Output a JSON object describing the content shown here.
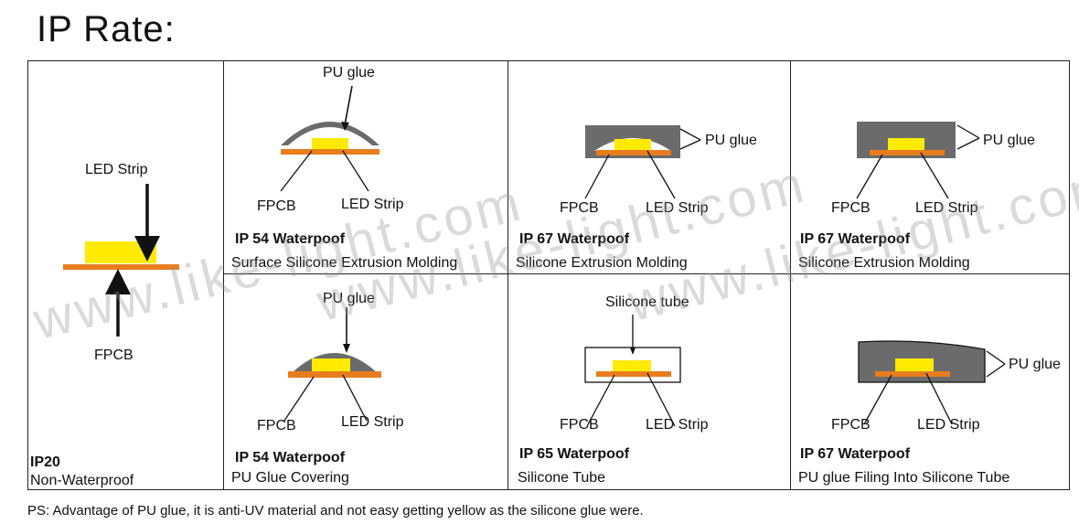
{
  "title": "IP Rate:",
  "footnote": "PS: Advantage of PU glue, it is anti-UV material and not easy getting yellow as the silicone glue were.",
  "watermark": "www.like-light.com",
  "colors": {
    "led": "#ffea00",
    "fpcb": "#e87d1e",
    "glue": "#6b6b6b",
    "border": "#222222"
  },
  "cells": {
    "ip20": {
      "rating": "IP20",
      "method": "Non-Waterproof",
      "led": "LED Strip",
      "fpcb": "FPCB"
    },
    "ip54a": {
      "rating": "IP 54 Waterpoof",
      "method": "Surface Silicone Extrusion Molding",
      "glue": "PU glue",
      "led": "LED Strip",
      "fpcb": "FPCB"
    },
    "ip67a": {
      "rating": "IP 67 Waterpoof",
      "method": "Silicone Extrusion Molding",
      "glue": "PU glue",
      "led": "LED Strip",
      "fpcb": "FPCB"
    },
    "ip67b": {
      "rating": "IP 67 Waterpoof",
      "method": "Silicone Extrusion Molding",
      "glue": "PU glue",
      "led": "LED Strip",
      "fpcb": "FPCB"
    },
    "ip54b": {
      "rating": "IP 54 Waterpoof",
      "method": "PU Glue Covering",
      "glue": "PU glue",
      "led": "LED Strip",
      "fpcb": "FPCB"
    },
    "ip65": {
      "rating": "IP 65 Waterpoof",
      "method": "Silicone Tube",
      "glue": "Silicone tube",
      "led": "LED Strip",
      "fpcb": "FPCB"
    },
    "ip67c": {
      "rating": "IP 67 Waterpoof",
      "method": "PU glue Filing Into Silicone Tube",
      "glue": "PU glue",
      "led": "LED Strip",
      "fpcb": "FPCB"
    }
  }
}
